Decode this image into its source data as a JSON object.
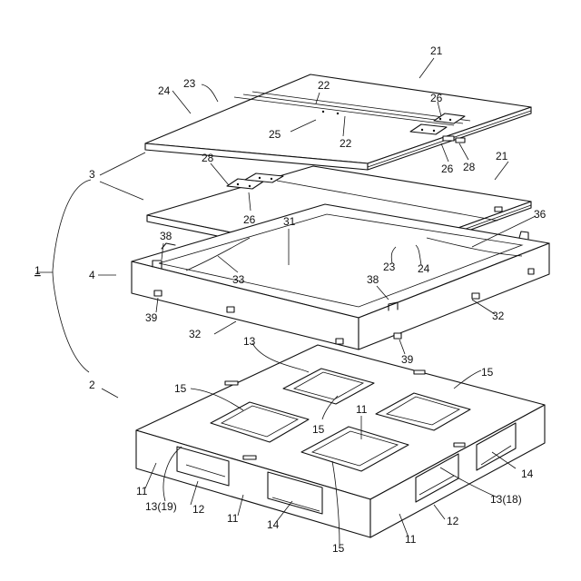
{
  "figure": {
    "labels": [
      {
        "id": "l1",
        "text": "1"
      },
      {
        "id": "l2",
        "text": "2"
      },
      {
        "id": "l3",
        "text": "3"
      },
      {
        "id": "l4",
        "text": "4"
      },
      {
        "id": "l11a",
        "text": "11"
      },
      {
        "id": "l11b",
        "text": "11"
      },
      {
        "id": "l11c",
        "text": "11"
      },
      {
        "id": "l11d",
        "text": "11"
      },
      {
        "id": "l12a",
        "text": "12"
      },
      {
        "id": "l12b",
        "text": "12"
      },
      {
        "id": "l13a",
        "text": "13"
      },
      {
        "id": "l13b",
        "text": "13(19)"
      },
      {
        "id": "l13c",
        "text": "13(18)"
      },
      {
        "id": "l14a",
        "text": "14"
      },
      {
        "id": "l14b",
        "text": "14"
      },
      {
        "id": "l15a",
        "text": "15"
      },
      {
        "id": "l15b",
        "text": "15"
      },
      {
        "id": "l15c",
        "text": "15"
      },
      {
        "id": "l15d",
        "text": "15"
      },
      {
        "id": "l21a",
        "text": "21"
      },
      {
        "id": "l21b",
        "text": "21"
      },
      {
        "id": "l22a",
        "text": "22"
      },
      {
        "id": "l22b",
        "text": "22"
      },
      {
        "id": "l23a",
        "text": "23"
      },
      {
        "id": "l23b",
        "text": "23"
      },
      {
        "id": "l24a",
        "text": "24"
      },
      {
        "id": "l24b",
        "text": "24"
      },
      {
        "id": "l25",
        "text": "25"
      },
      {
        "id": "l26a",
        "text": "26"
      },
      {
        "id": "l26b",
        "text": "26"
      },
      {
        "id": "l26c",
        "text": "26"
      },
      {
        "id": "l28a",
        "text": "28"
      },
      {
        "id": "l28b",
        "text": "28"
      },
      {
        "id": "l31",
        "text": "31"
      },
      {
        "id": "l32a",
        "text": "32"
      },
      {
        "id": "l32b",
        "text": "32"
      },
      {
        "id": "l33",
        "text": "33"
      },
      {
        "id": "l36",
        "text": "36"
      },
      {
        "id": "l38a",
        "text": "38"
      },
      {
        "id": "l38b",
        "text": "38"
      },
      {
        "id": "l39a",
        "text": "39"
      },
      {
        "id": "l39b",
        "text": "39"
      }
    ]
  }
}
